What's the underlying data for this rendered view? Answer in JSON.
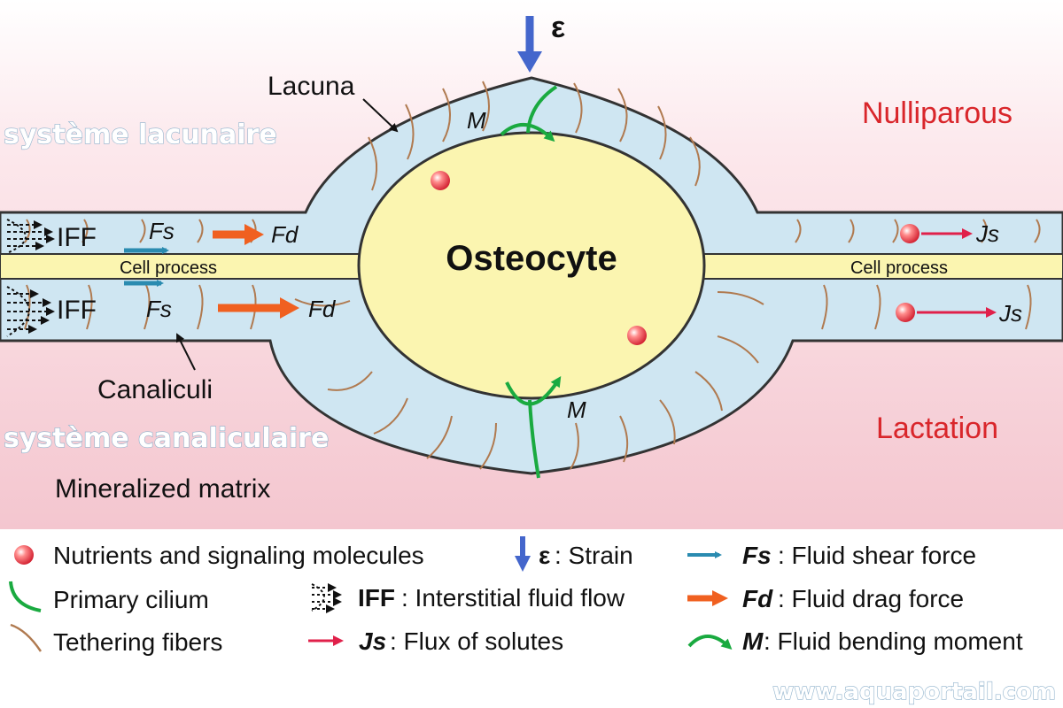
{
  "labels": {
    "strain_symbol": "ε",
    "lacuna": "Lacuna",
    "nulliparous": "Nulliparous",
    "lactation": "Lactation",
    "osteocyte": "Osteocyte",
    "cell_process_left": "Cell process",
    "cell_process_right": "Cell process",
    "canaliculi": "Canaliculi",
    "mineralized_matrix": "Mineralized matrix",
    "iff_top": "IFF",
    "iff_bottom": "IFF",
    "fs_top": "Fs",
    "fs_bottom": "Fs",
    "fd_top": "Fd",
    "fd_bottom": "Fd",
    "js_top": "Js",
    "js_bottom": "Js",
    "m_top": "M",
    "m_bottom": "M"
  },
  "overlays": {
    "lacunar_system": "système lacunaire",
    "canalicular_system": "système canaliculaire",
    "watermark": "www.aquaportail.com"
  },
  "legend": {
    "nutrients": "Nutrients and signaling molecules",
    "cilium": "Primary cilium",
    "fibers": "Tethering fibers",
    "strain_key": "ε",
    "strain_desc": ": Strain",
    "iff_key": "IFF",
    "iff_desc": ": Interstitial fluid flow",
    "js_key": "Js",
    "js_desc": ": Flux of solutes",
    "fs_key": "Fs",
    "fs_desc": ": Fluid shear force",
    "fd_key": "Fd",
    "fd_desc": ": Fluid drag force",
    "m_key": "M",
    "m_desc": ": Fluid bending moment"
  },
  "colors": {
    "nulliparous_red": "#d9262b",
    "lactation_red": "#d9262b",
    "strain_blue": "#4466cc",
    "shear_teal": "#2a8bb0",
    "drag_orange": "#f06020",
    "solute_crimson": "#e0204a",
    "cilium_green": "#1aaa40",
    "fiber_brown": "#b07a50",
    "fluid_blue": "#cfe6f2",
    "cell_yellow": "#fbf5b0"
  },
  "icons": [
    "strain-arrow-icon",
    "nutrient-dot-icon",
    "cilium-icon",
    "fiber-icon",
    "iff-arrows-icon",
    "solute-arrow-icon",
    "shear-arrow-icon",
    "drag-arrow-icon",
    "bending-moment-icon"
  ]
}
